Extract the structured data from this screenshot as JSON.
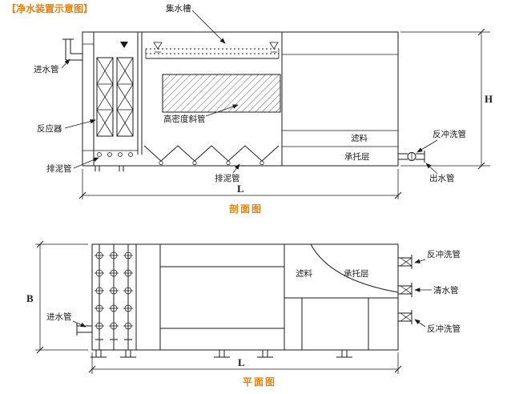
{
  "title": "【净水装置示意图】",
  "colors": {
    "accent": "#E8820C",
    "line_color": "#1A1A1A",
    "background": "#FFFFFF"
  },
  "section_view": {
    "caption": "剖面图",
    "labels": {
      "collecting_trough": "集水槽",
      "inlet_pipe": "进水管",
      "reactor": "反应器",
      "sludge_pipe_left": "排泥管",
      "sludge_pipe_mid": "排泥管",
      "high_density_inclined_tubes": "高密度斜管",
      "filter_media": "滤料",
      "support_layer": "承托层",
      "backwash_pipe": "反冲洗管",
      "outlet_pipe": "出水管"
    },
    "dims": {
      "height": "H",
      "length": "L"
    }
  },
  "plan_view": {
    "caption": "平面图",
    "labels": {
      "inlet_pipe": "进水管",
      "filter_media": "滤料",
      "support_layer": "承托层",
      "backwash_pipe_top": "反冲洗管",
      "clean_water_pipe": "清水管",
      "backwash_pipe_bottom": "反冲洗管"
    },
    "dims": {
      "width": "B",
      "length": "L"
    }
  }
}
